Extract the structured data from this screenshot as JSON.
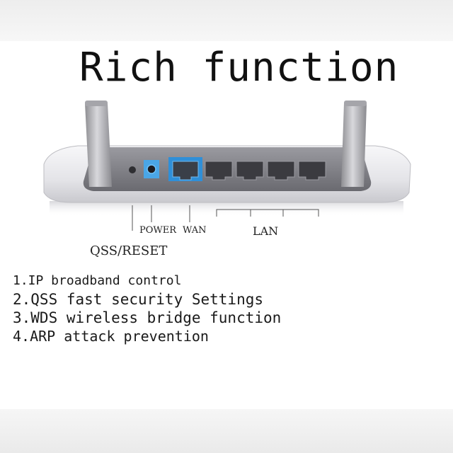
{
  "headline": "Rich function",
  "port_labels": {
    "power": "POWER",
    "wan": "WAN",
    "lan": "LAN",
    "qss_reset": "QSS/RESET"
  },
  "features": [
    "1.IP broadband control",
    "2.QSS fast security Settings",
    "3.WDS wireless bridge function",
    "4.ARP attack prevention"
  ],
  "colors": {
    "router_body": "#efeff1",
    "port_panel": "#7c7c82",
    "highlight": "#2f8fd8"
  }
}
